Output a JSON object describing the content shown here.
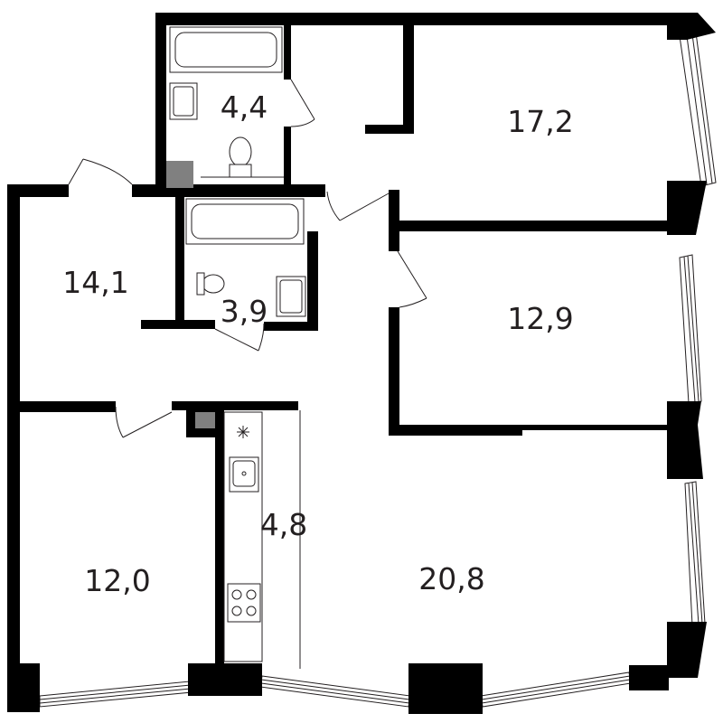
{
  "rooms": [
    {
      "id": "bathroom-top",
      "area": "4,4"
    },
    {
      "id": "bedroom-top-right",
      "area": "17,2"
    },
    {
      "id": "room-left",
      "area": "14,1"
    },
    {
      "id": "bathroom-middle",
      "area": "3,9"
    },
    {
      "id": "bedroom-middle-right",
      "area": "12,9"
    },
    {
      "id": "kitchen",
      "area": "4,8"
    },
    {
      "id": "bedroom-bottom-left",
      "area": "12,0"
    },
    {
      "id": "living-room",
      "area": "20,8"
    }
  ],
  "colors": {
    "wall": "#000000",
    "line": "#231f20",
    "shaft": "#808080"
  }
}
